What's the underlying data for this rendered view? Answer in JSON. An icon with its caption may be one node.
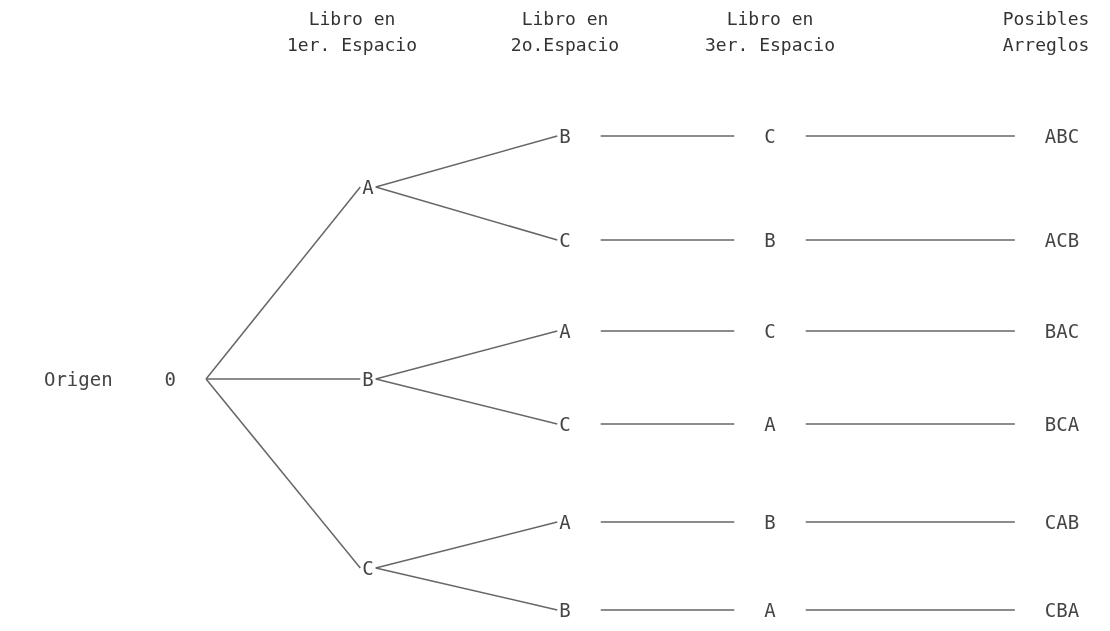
{
  "diagram": {
    "nodes": [
      {
        "text": [
          "Origen",
          "0"
        ]
      },
      {
        "text": [
          "A"
        ]
      },
      {
        "text": [
          "B"
        ]
      },
      {
        "text": [
          "C"
        ]
      },
      {
        "text": [
          "B"
        ]
      },
      {
        "text": [
          "C"
        ]
      },
      {
        "text": [
          "A"
        ]
      },
      {
        "text": [
          "C"
        ]
      },
      {
        "text": [
          "A"
        ]
      },
      {
        "text": [
          "B"
        ]
      },
      {
        "text": [
          "C"
        ]
      },
      {
        "text": [
          "B"
        ]
      },
      {
        "text": [
          "C"
        ]
      },
      {
        "text": [
          "A"
        ]
      },
      {
        "text": [
          "B"
        ]
      },
      {
        "text": [
          "A"
        ]
      },
      {
        "text": [
          "ABC"
        ]
      },
      {
        "text": [
          "ACB"
        ]
      },
      {
        "text": [
          "BAC"
        ]
      },
      {
        "text": [
          "BCA"
        ]
      },
      {
        "text": [
          "CAB"
        ]
      },
      {
        "text": [
          "CBA"
        ]
      }
    ],
    "edges": [
      {
        "from": 0,
        "to": 1,
        "arrow": "none"
      },
      {
        "from": 0,
        "to": 2,
        "arrow": "none"
      },
      {
        "from": 0,
        "to": 3,
        "arrow": "none"
      },
      {
        "from": 1,
        "to": 4,
        "arrow": "none"
      },
      {
        "from": 1,
        "to": 5,
        "arrow": "none"
      },
      {
        "from": 2,
        "to": 6,
        "arrow": "none"
      },
      {
        "from": 2,
        "to": 7,
        "arrow": "none"
      },
      {
        "from": 3,
        "to": 8,
        "arrow": "none"
      },
      {
        "from": 3,
        "to": 9,
        "arrow": "none"
      },
      {
        "from": 4,
        "to": 10,
        "arrow": "none"
      },
      {
        "from": 5,
        "to": 11,
        "arrow": "none"
      },
      {
        "from": 6,
        "to": 12,
        "arrow": "none"
      },
      {
        "from": 7,
        "to": 13,
        "arrow": "none"
      },
      {
        "from": 8,
        "to": 14,
        "arrow": "none"
      },
      {
        "from": 9,
        "to": 15,
        "arrow": "none"
      },
      {
        "from": 10,
        "to": 16,
        "arrow": "none"
      },
      {
        "from": 11,
        "to": 17,
        "arrow": "none"
      },
      {
        "from": 12,
        "to": 18,
        "arrow": "none"
      },
      {
        "from": 13,
        "to": 19,
        "arrow": "none"
      },
      {
        "from": 14,
        "to": 20,
        "arrow": "none"
      },
      {
        "from": 15,
        "to": 21,
        "arrow": "none"
      }
    ],
    "labels": [
      "Libro en 1er. Espacio",
      "Libro en 2o.Espacio",
      "Libro en 3er. Espacio",
      "Posibles Arreglos"
    ]
  }
}
